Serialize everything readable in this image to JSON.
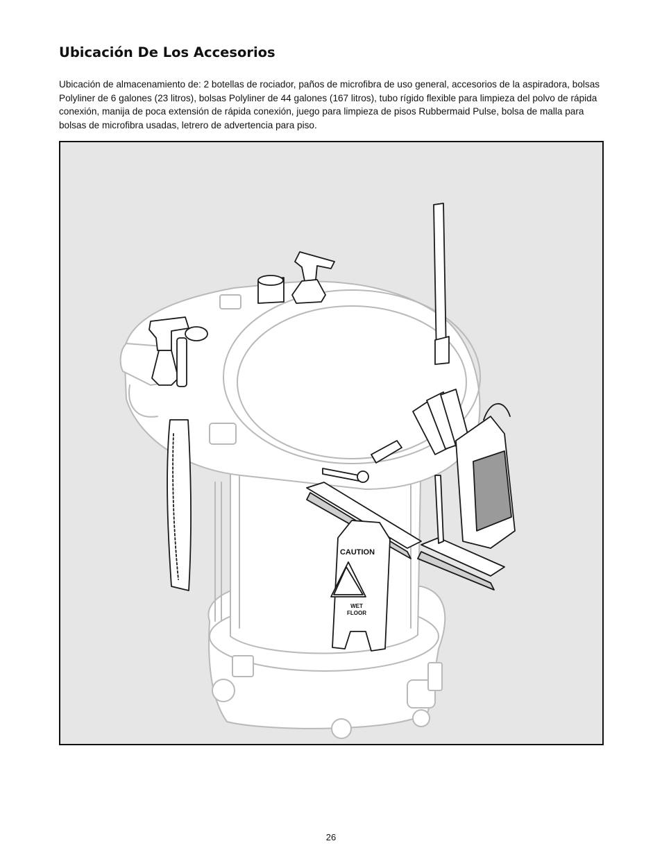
{
  "page": {
    "title": "Ubicación De Los Accesorios",
    "intro": "Ubicación de almacenamiento de: 2 botellas de rociador, paños de microfibra de uso general, accesorios de la aspiradora, bolsas Polyliner de 6 galones (23 litros), bolsas Polyliner de 44 galones (167 litros), tubo rígido flexible para limpieza del polvo de rápida conexión, manija de poca extensión de rápida conexión, juego para limpieza de pisos Rubbermaid Pulse, bolsa de malla para bolsas de microfibra usadas, letrero de advertencia para piso.",
    "page_number": "26"
  },
  "figure": {
    "sign_caution": "CAUTION",
    "sign_wet": "WET",
    "sign_floor": "FLOOR",
    "colors": {
      "background": "#e6e6e7",
      "cart_line": "#b9b9bb",
      "accessory_line": "#1a1a1a"
    }
  }
}
